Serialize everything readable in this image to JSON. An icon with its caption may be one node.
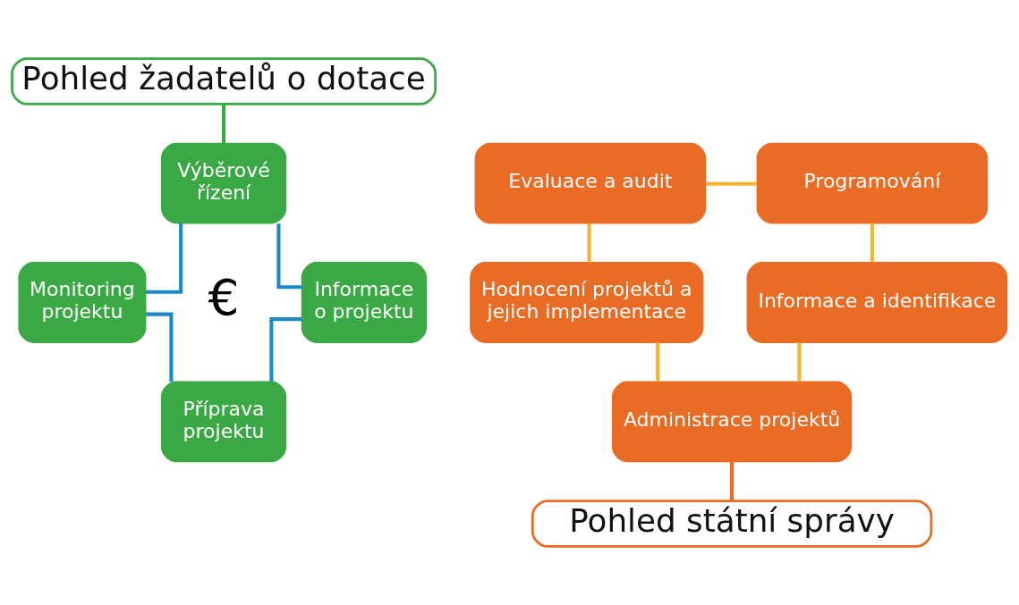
{
  "diagram": {
    "nodes": [
      {
        "text": [
          "Pohled žadatelů o dotace"
        ]
      },
      {
        "text": [
          "Evaluace a audit"
        ]
      },
      {
        "text": [
          "Programování"
        ]
      },
      {
        "text": [
          "Výběrové řízení"
        ]
      },
      {
        "text": [
          "Hodnocení projektů a jejich implementace"
        ]
      },
      {
        "text": [
          "Informace o projektu"
        ]
      },
      {
        "text": [
          "Monitoring projektu"
        ]
      },
      {
        "text": [
          "Informace a identifikace"
        ]
      },
      {
        "text": [
          "Příprava projektu"
        ]
      },
      {
        "text": [
          "Administrace projektů"
        ]
      },
      {
        "text": [
          "Pohled státní správy"
        ]
      }
    ],
    "edges": [
      {
        "from": 0,
        "to": 3,
        "arrow": "none",
        "color": "#3aa845"
      },
      {
        "from": 1,
        "to": 2,
        "arrow": "none"
      },
      {
        "from": 2,
        "to": 7,
        "arrow": "none"
      },
      {
        "from": 7,
        "to": 9,
        "arrow": "none"
      },
      {
        "from": 9,
        "to": 4,
        "arrow": "none"
      },
      {
        "from": 4,
        "to": 1,
        "arrow": "none"
      },
      {
        "from": 9,
        "to": 10,
        "arrow": "none",
        "color": "#e96b24"
      },
      {
        "from": 3,
        "to": 6,
        "arrow": "none",
        "color": "#1a8ac9"
      },
      {
        "from": 6,
        "to": 8,
        "arrow": "none",
        "color": "#1a8ac9"
      },
      {
        "from": 8,
        "to": 5,
        "arrow": "none",
        "color": "#1a8ac9"
      },
      {
        "from": 5,
        "to": 3,
        "arrow": "none",
        "color": "#1a8ac9"
      }
    ],
    "labels": [
      "€"
    ]
  }
}
